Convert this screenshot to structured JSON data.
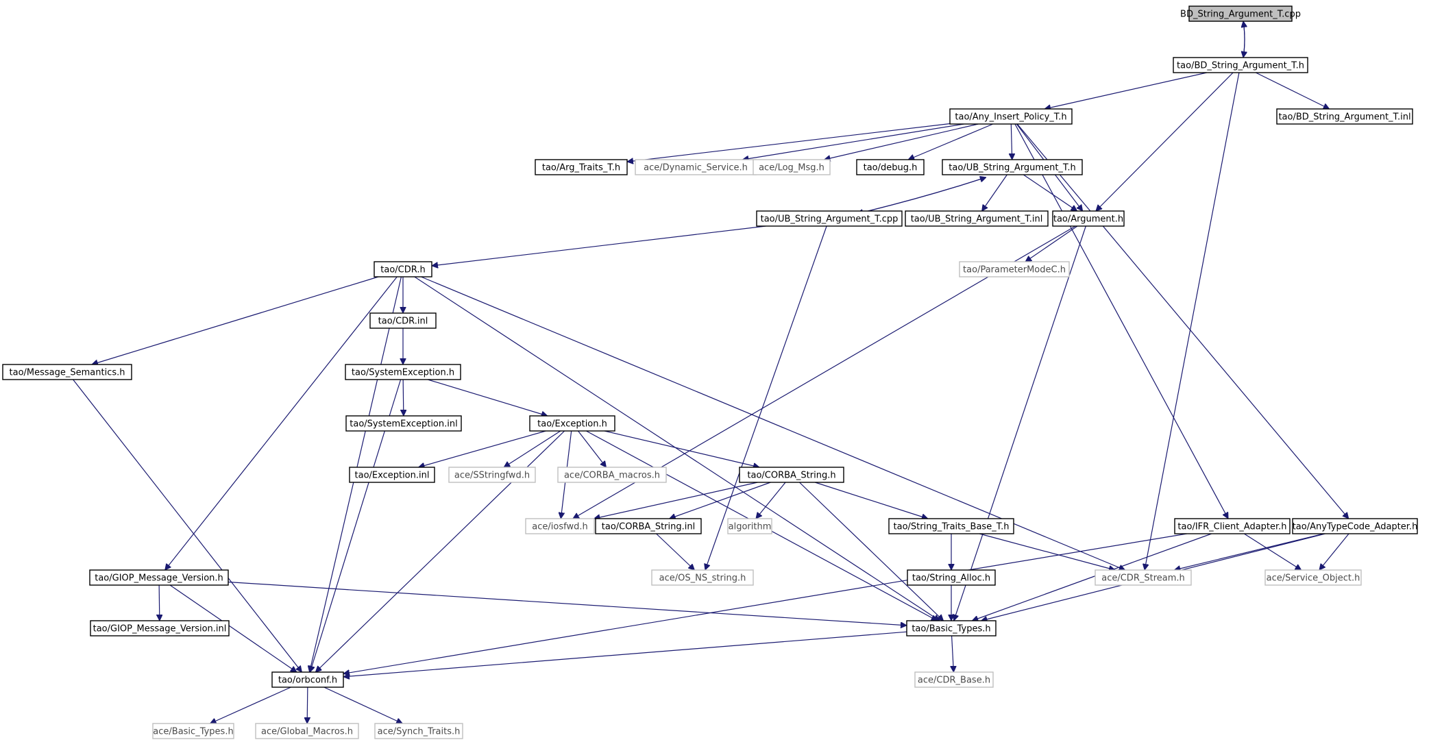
{
  "nodes": [
    {
      "id": "root",
      "label": "BD_String_Argument_T.cpp",
      "kind": "root"
    },
    {
      "id": "bdh",
      "label": "tao/BD_String_Argument_T.h",
      "kind": "int"
    },
    {
      "id": "aip",
      "label": "tao/Any_Insert_Policy_T.h",
      "kind": "int"
    },
    {
      "id": "bdinl",
      "label": "tao/BD_String_Argument_T.inl",
      "kind": "int"
    },
    {
      "id": "argtr",
      "label": "tao/Arg_Traits_T.h",
      "kind": "int"
    },
    {
      "id": "dyn",
      "label": "ace/Dynamic_Service.h",
      "kind": "ext"
    },
    {
      "id": "log",
      "label": "ace/Log_Msg.h",
      "kind": "ext"
    },
    {
      "id": "dbg",
      "label": "tao/debug.h",
      "kind": "int"
    },
    {
      "id": "ubh",
      "label": "tao/UB_String_Argument_T.h",
      "kind": "int"
    },
    {
      "id": "ubcpp",
      "label": "tao/UB_String_Argument_T.cpp",
      "kind": "int"
    },
    {
      "id": "ubinl",
      "label": "tao/UB_String_Argument_T.inl",
      "kind": "int"
    },
    {
      "id": "argh",
      "label": "tao/Argument.h",
      "kind": "int"
    },
    {
      "id": "pmc",
      "label": "tao/ParameterModeC.h",
      "kind": "ext"
    },
    {
      "id": "cdrh",
      "label": "tao/CDR.h",
      "kind": "int"
    },
    {
      "id": "cdrinl",
      "label": "tao/CDR.inl",
      "kind": "int"
    },
    {
      "id": "msgsem",
      "label": "tao/Message_Semantics.h",
      "kind": "int"
    },
    {
      "id": "sysexh",
      "label": "tao/SystemException.h",
      "kind": "int"
    },
    {
      "id": "sysexinl",
      "label": "tao/SystemException.inl",
      "kind": "int"
    },
    {
      "id": "exh",
      "label": "tao/Exception.h",
      "kind": "int"
    },
    {
      "id": "exinl",
      "label": "tao/Exception.inl",
      "kind": "int"
    },
    {
      "id": "ssfwd",
      "label": "ace/SStringfwd.h",
      "kind": "ext"
    },
    {
      "id": "cmac",
      "label": "ace/CORBA_macros.h",
      "kind": "ext"
    },
    {
      "id": "cstrh",
      "label": "tao/CORBA_String.h",
      "kind": "int"
    },
    {
      "id": "iosfwd",
      "label": "ace/iosfwd.h",
      "kind": "ext"
    },
    {
      "id": "cstrinl",
      "label": "tao/CORBA_String.inl",
      "kind": "int"
    },
    {
      "id": "algo",
      "label": "algorithm",
      "kind": "ext"
    },
    {
      "id": "stb",
      "label": "tao/String_Traits_Base_T.h",
      "kind": "int"
    },
    {
      "id": "ifr",
      "label": "tao/IFR_Client_Adapter.h",
      "kind": "int"
    },
    {
      "id": "atca",
      "label": "tao/AnyTypeCode_Adapter.h",
      "kind": "int"
    },
    {
      "id": "giopv",
      "label": "tao/GIOP_Message_Version.h",
      "kind": "int"
    },
    {
      "id": "osns",
      "label": "ace/OS_NS_string.h",
      "kind": "ext"
    },
    {
      "id": "salloc",
      "label": "tao/String_Alloc.h",
      "kind": "int"
    },
    {
      "id": "cdrs",
      "label": "ace/CDR_Stream.h",
      "kind": "ext"
    },
    {
      "id": "svco",
      "label": "ace/Service_Object.h",
      "kind": "ext"
    },
    {
      "id": "giopvinl",
      "label": "tao/GIOP_Message_Version.inl",
      "kind": "int"
    },
    {
      "id": "bt",
      "label": "tao/Basic_Types.h",
      "kind": "int"
    },
    {
      "id": "orbconf",
      "label": "tao/orbconf.h",
      "kind": "int"
    },
    {
      "id": "cdrbase",
      "label": "ace/CDR_Base.h",
      "kind": "ext"
    },
    {
      "id": "abt",
      "label": "ace/Basic_Types.h",
      "kind": "ext"
    },
    {
      "id": "gmac",
      "label": "ace/Global_Macros.h",
      "kind": "ext"
    },
    {
      "id": "synch",
      "label": "ace/Synch_Traits.h",
      "kind": "ext"
    }
  ],
  "edges": [
    [
      "root",
      "bdh"
    ],
    [
      "bdh",
      "root"
    ],
    [
      "bdh",
      "aip"
    ],
    [
      "bdh",
      "bdinl"
    ],
    [
      "bdh",
      "argh"
    ],
    [
      "bdh",
      "cdrs"
    ],
    [
      "aip",
      "argtr"
    ],
    [
      "aip",
      "dyn"
    ],
    [
      "aip",
      "log"
    ],
    [
      "aip",
      "dbg"
    ],
    [
      "aip",
      "ubh"
    ],
    [
      "aip",
      "argh"
    ],
    [
      "aip",
      "ifr"
    ],
    [
      "aip",
      "atca"
    ],
    [
      "ubh",
      "ubcpp"
    ],
    [
      "ubcpp",
      "ubh"
    ],
    [
      "ubh",
      "ubinl"
    ],
    [
      "ubh",
      "argh"
    ],
    [
      "ubcpp",
      "cdrh"
    ],
    [
      "ubcpp",
      "osns"
    ],
    [
      "argh",
      "pmc"
    ],
    [
      "argh",
      "iosfwd"
    ],
    [
      "argh",
      "bt"
    ],
    [
      "cdrh",
      "cdrinl"
    ],
    [
      "cdrh",
      "msgsem"
    ],
    [
      "cdrh",
      "giopv"
    ],
    [
      "cdrh",
      "orbconf"
    ],
    [
      "cdrh",
      "bt"
    ],
    [
      "cdrh",
      "cdrs"
    ],
    [
      "cdrinl",
      "sysexh"
    ],
    [
      "sysexh",
      "sysexinl"
    ],
    [
      "sysexh",
      "exh"
    ],
    [
      "sysexh",
      "orbconf"
    ],
    [
      "exh",
      "exinl"
    ],
    [
      "exh",
      "ssfwd"
    ],
    [
      "exh",
      "cmac"
    ],
    [
      "exh",
      "cstrh"
    ],
    [
      "exh",
      "iosfwd"
    ],
    [
      "exh",
      "orbconf"
    ],
    [
      "exh",
      "bt"
    ],
    [
      "cstrh",
      "iosfwd"
    ],
    [
      "cstrh",
      "cstrinl"
    ],
    [
      "cstrh",
      "algo"
    ],
    [
      "cstrh",
      "stb"
    ],
    [
      "cstrh",
      "bt"
    ],
    [
      "cstrinl",
      "osns"
    ],
    [
      "stb",
      "salloc"
    ],
    [
      "stb",
      "cdrs"
    ],
    [
      "salloc",
      "bt"
    ],
    [
      "ifr",
      "svco"
    ],
    [
      "ifr",
      "bt"
    ],
    [
      "ifr",
      "orbconf"
    ],
    [
      "atca",
      "cdrs"
    ],
    [
      "atca",
      "svco"
    ],
    [
      "atca",
      "bt"
    ],
    [
      "msgsem",
      "orbconf"
    ],
    [
      "giopv",
      "giopvinl"
    ],
    [
      "giopv",
      "bt"
    ],
    [
      "giopv",
      "orbconf"
    ],
    [
      "bt",
      "cdrbase"
    ],
    [
      "bt",
      "orbconf"
    ],
    [
      "orbconf",
      "abt"
    ],
    [
      "orbconf",
      "gmac"
    ],
    [
      "orbconf",
      "synch"
    ]
  ]
}
